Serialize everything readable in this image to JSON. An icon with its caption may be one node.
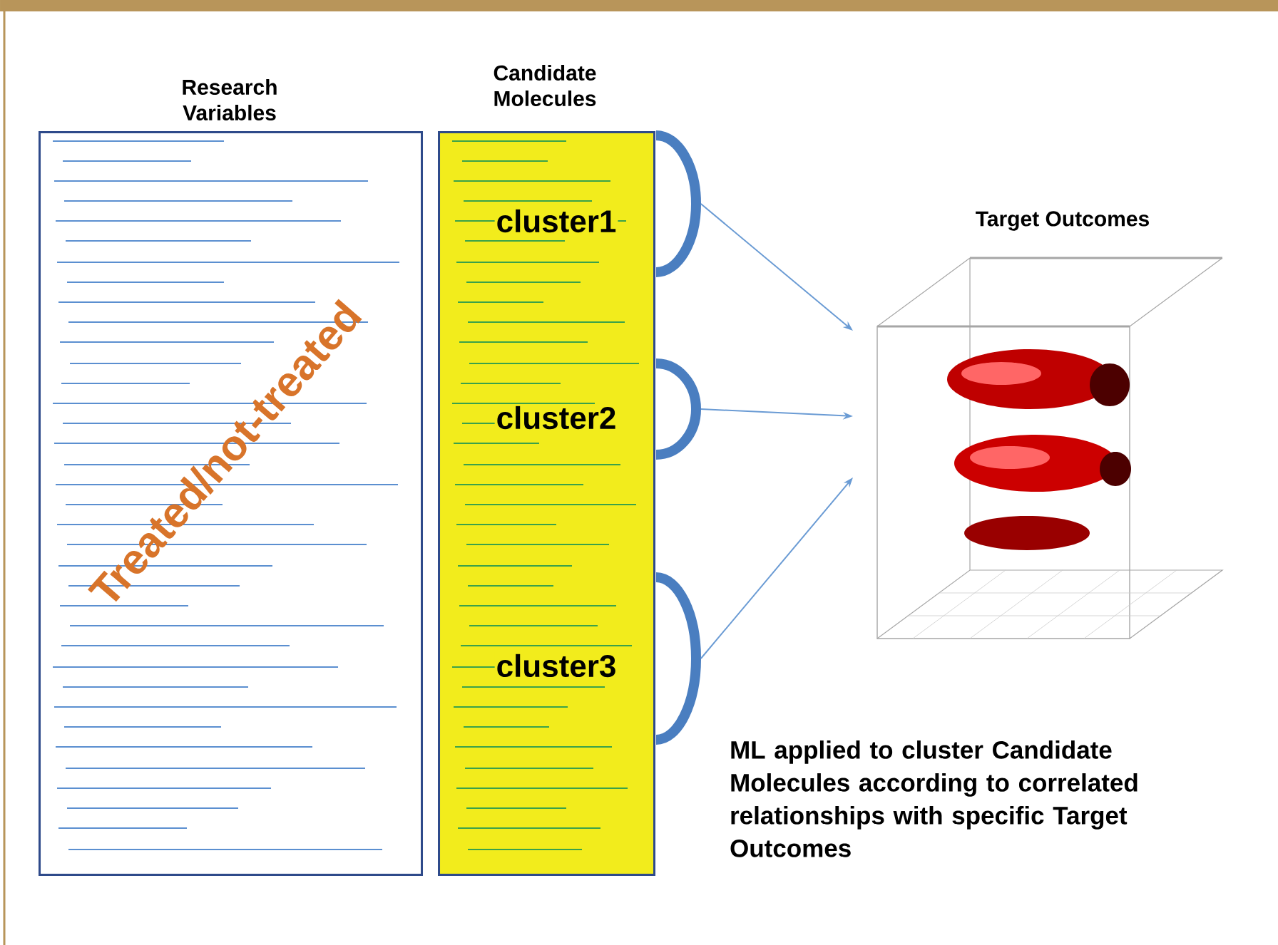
{
  "diagram": {
    "caption": "ML applied to cluster Candidate Molecules according to correlated relationships with specific Target Outcomes",
    "nodes": [
      {
        "text": [
          "Research Variables",
          "Treated/not-treated"
        ]
      },
      {
        "text": [
          "Candidate Molecules"
        ]
      },
      {
        "text": [
          "cluster1"
        ],
        "in": 1
      },
      {
        "text": [],
        "shape": "bracket"
      },
      {
        "text": [
          "cluster2"
        ],
        "in": 1
      },
      {
        "text": [],
        "shape": "bracket"
      },
      {
        "text": [
          "cluster3"
        ],
        "in": 1
      },
      {
        "text": [],
        "shape": "bracket"
      },
      {
        "text": [
          "Target Outcomes"
        ]
      }
    ],
    "edges": [
      {
        "from": 3,
        "to": 8,
        "arrow": "to"
      },
      {
        "from": 5,
        "to": 8,
        "arrow": "to"
      },
      {
        "from": 7,
        "to": 8,
        "arrow": "to"
      }
    ]
  }
}
